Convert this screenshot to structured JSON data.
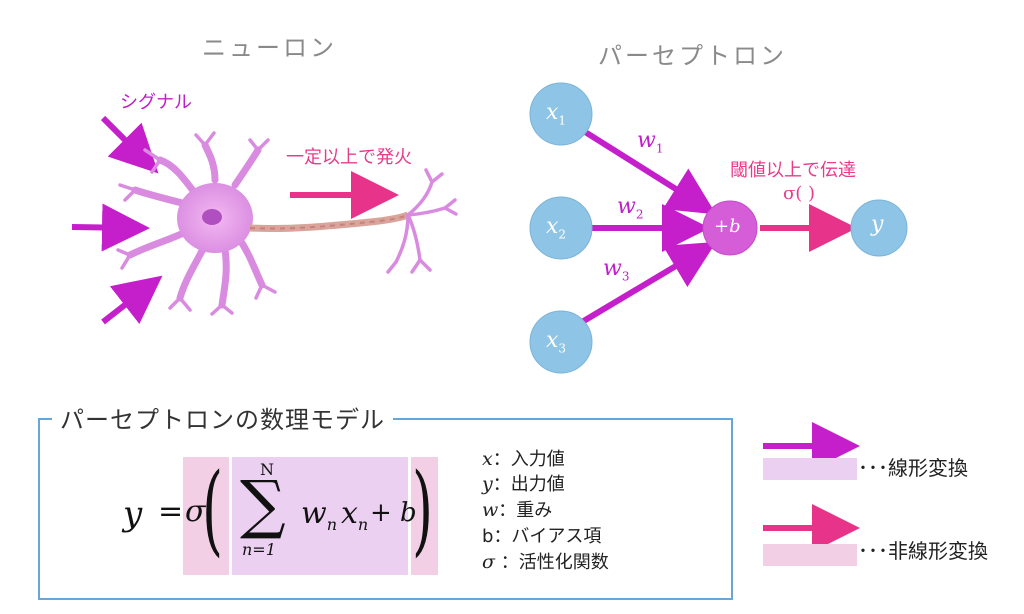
{
  "titles": {
    "neuron": "ニューロン",
    "perceptron": "パーセプトロン"
  },
  "neuron_labels": {
    "signal": "シグナル",
    "fire": "一定以上で発火"
  },
  "perceptron_labels": {
    "inputs": [
      {
        "sym": "x",
        "sub": "1"
      },
      {
        "sym": "x",
        "sub": "2"
      },
      {
        "sym": "x",
        "sub": "3"
      }
    ],
    "weights": [
      {
        "sym": "w",
        "sub": "1"
      },
      {
        "sym": "w",
        "sub": "2"
      },
      {
        "sym": "w",
        "sub": "3"
      }
    ],
    "sum_node": "+b",
    "output_node": "y",
    "transmit": "閾値以上で伝達",
    "activation": "σ(  )"
  },
  "model": {
    "title": "パーセプトロンの数理モデル",
    "formula": {
      "lhs": "y",
      "equals": "=",
      "sigma": "σ",
      "sum_upper": "N",
      "sum_lower": "n=1",
      "term": "w",
      "term_sub": "n",
      "term2": "x",
      "term2_sub": "n",
      "plus_b": "+ b"
    },
    "variables": [
      {
        "sym": "x",
        "desc": "：入力値"
      },
      {
        "sym": "y",
        "desc": "：出力値"
      },
      {
        "sym": "w",
        "desc": "：重み"
      },
      {
        "sym": "b",
        "desc": "：バイアス項"
      },
      {
        "sym": "σ",
        "desc": " ：活性化関数"
      }
    ]
  },
  "legend": [
    {
      "text": "･･･線形変換"
    },
    {
      "text": "･･･非線形変換"
    }
  ],
  "colors": {
    "linear": "#c51fcc",
    "nonlinear": "#e8338a",
    "node_blue": "#8ec4e6",
    "node_sum": "#d65dd8",
    "box_border": "#66a6d8"
  }
}
